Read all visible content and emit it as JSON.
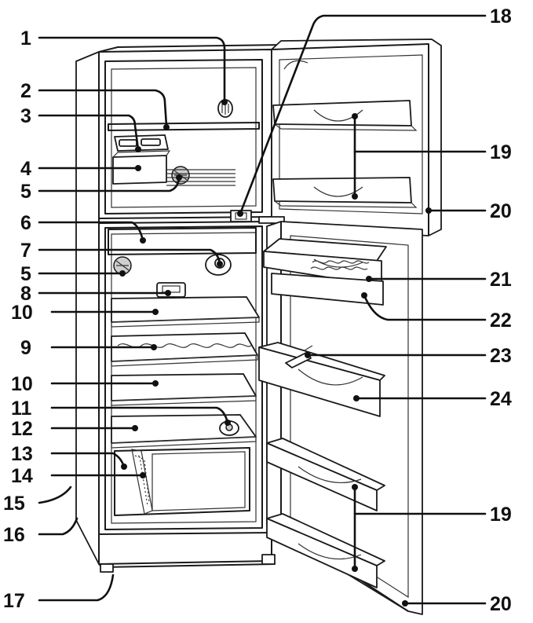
{
  "labels": [
    {
      "key": "l1",
      "text": "1"
    },
    {
      "key": "l2",
      "text": "2"
    },
    {
      "key": "l3",
      "text": "3"
    },
    {
      "key": "l4",
      "text": "4"
    },
    {
      "key": "l5a",
      "text": "5"
    },
    {
      "key": "l6",
      "text": "6"
    },
    {
      "key": "l7",
      "text": "7"
    },
    {
      "key": "l5b",
      "text": "5"
    },
    {
      "key": "l8",
      "text": "8"
    },
    {
      "key": "l10a",
      "text": "10"
    },
    {
      "key": "l9",
      "text": "9"
    },
    {
      "key": "l10b",
      "text": "10"
    },
    {
      "key": "l11",
      "text": "11"
    },
    {
      "key": "l12",
      "text": "12"
    },
    {
      "key": "l13",
      "text": "13"
    },
    {
      "key": "l14",
      "text": "14"
    },
    {
      "key": "l15",
      "text": "15"
    },
    {
      "key": "l16",
      "text": "16"
    },
    {
      "key": "l17",
      "text": "17"
    },
    {
      "key": "l18",
      "text": "18"
    },
    {
      "key": "l19a",
      "text": "19"
    },
    {
      "key": "l20a",
      "text": "20"
    },
    {
      "key": "l21",
      "text": "21"
    },
    {
      "key": "l22",
      "text": "22"
    },
    {
      "key": "l23",
      "text": "23"
    },
    {
      "key": "l24",
      "text": "24"
    },
    {
      "key": "l19b",
      "text": "19"
    },
    {
      "key": "l20b",
      "text": "20"
    }
  ]
}
